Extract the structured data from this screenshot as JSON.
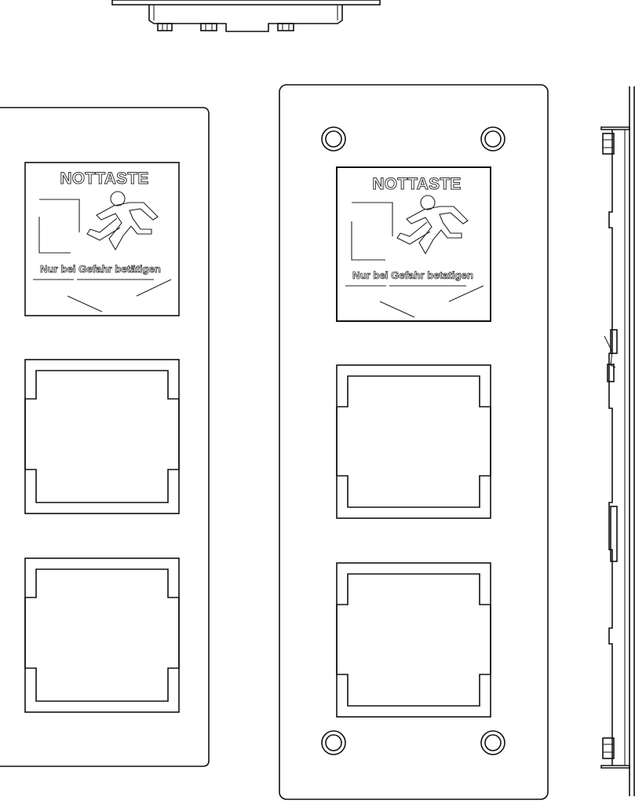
{
  "drawing": {
    "colors": {
      "line": "#111111",
      "background": "#ffffff"
    },
    "front_view": {
      "sign_title": "NOTTASTE",
      "sign_subtitle": "Nur bei Gefahr betätigen",
      "sign_icon": "running-man-exit-icon",
      "empty_openings": 2
    },
    "mounting_plate_view": {
      "sign_title": "NOTTASTE",
      "sign_subtitle": "Nur bei Gefahr betatigen",
      "sign_icon": "running-man-exit-icon",
      "empty_openings": 2,
      "screw_holes": 4
    },
    "top_view": {
      "bolts": 3
    },
    "side_view": {
      "bolts": 2
    }
  }
}
